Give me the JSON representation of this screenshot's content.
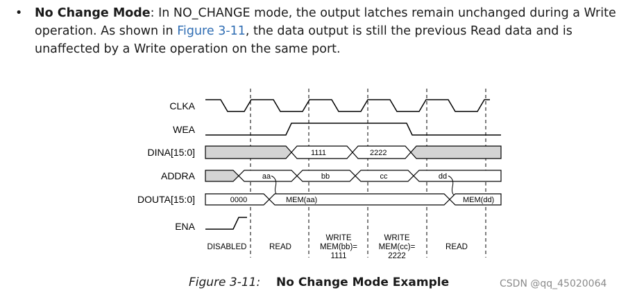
{
  "paragraph": {
    "bullet": "•",
    "title": "No Change Mode",
    "text_before_link": ": In NO_CHANGE mode, the output latches remain unchanged during a Write operation. As shown in ",
    "link": "Figure 3-11",
    "text_after_link": ", the data output is still the previous Read data and is unaffected by a Write operation on the same port."
  },
  "diagram": {
    "signals": [
      "CLKA",
      "WEA",
      "DINA[15:0]",
      "ADDRA",
      "DOUTA[15:0]",
      "ENA"
    ],
    "dina_values": [
      "1111",
      "2222"
    ],
    "addra_values": [
      "aa",
      "bb",
      "cc",
      "dd"
    ],
    "douta_values": [
      "0000",
      "MEM(aa)",
      "MEM(dd)"
    ],
    "phases": [
      [
        "DISABLED"
      ],
      [
        "READ"
      ],
      [
        "WRITE",
        "MEM(bb)=",
        "1111"
      ],
      [
        "WRITE",
        "MEM(cc)=",
        "2222"
      ],
      [
        "READ"
      ]
    ]
  },
  "caption": {
    "number": "Figure 3-11:",
    "title": "No Change Mode Example"
  },
  "watermark": "CSDN @qq_45020064"
}
